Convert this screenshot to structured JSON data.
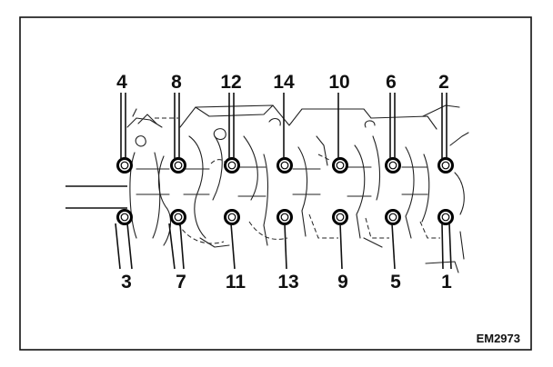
{
  "figure": {
    "code": "EM2973",
    "top_labels": [
      "4",
      "8",
      "12",
      "14",
      "10",
      "6",
      "2"
    ],
    "bottom_labels": [
      "3",
      "7",
      "11",
      "13",
      "9",
      "5",
      "1"
    ]
  }
}
